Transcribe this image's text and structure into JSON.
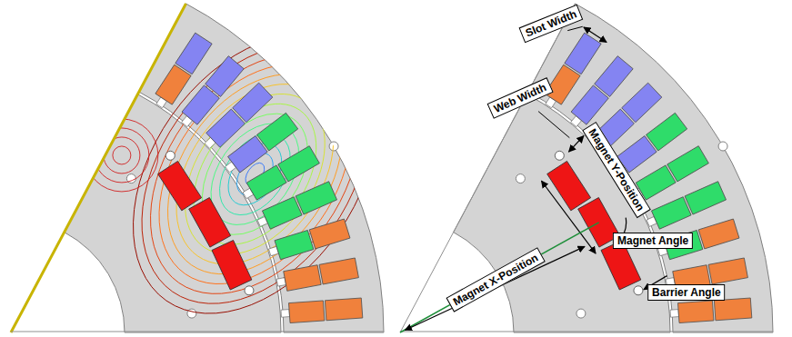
{
  "diagram": {
    "labels": [
      "Slot Width",
      "Web Width",
      "Magnet Y-Position",
      "Magnet X-Position",
      "Magnet Angle",
      "Barrier Angle"
    ]
  }
}
